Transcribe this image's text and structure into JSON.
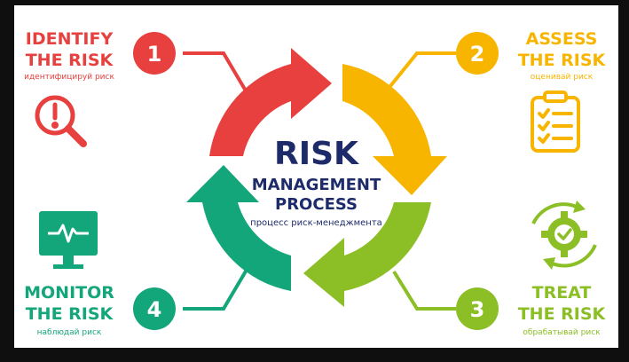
{
  "center": {
    "title": "RISK",
    "line2": "MANAGEMENT",
    "line3": "PROCESS",
    "subtitle": "процесс риск-менеджмента"
  },
  "steps": [
    {
      "number": "1",
      "title": "IDENTIFY\nTHE RISK",
      "subtitle": "идентифицируй риск",
      "color": "#e8403f",
      "icon": "magnifier-alert-icon"
    },
    {
      "number": "2",
      "title": "ASSESS\nTHE RISK",
      "subtitle": "оценивай риск",
      "color": "#f7b500",
      "icon": "checklist-icon"
    },
    {
      "number": "3",
      "title": "TREAT\nTHE RISK",
      "subtitle": "обрабатывай риск",
      "color": "#8cbf26",
      "icon": "gear-check-icon"
    },
    {
      "number": "4",
      "title": "MONITOR\nTHE RISK",
      "subtitle": "наблюдай риск",
      "color": "#12a67a",
      "icon": "monitor-pulse-icon"
    }
  ],
  "colors": {
    "navy": "#1e2b6b",
    "background": "#ffffff"
  }
}
